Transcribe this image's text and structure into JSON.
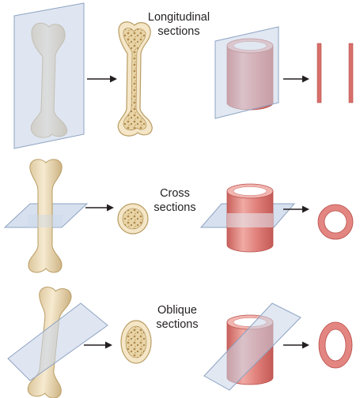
{
  "labels": {
    "longitudinal": {
      "line1": "Longitudinal",
      "line2": "sections"
    },
    "cross": {
      "line1": "Cross",
      "line2": "sections"
    },
    "oblique": {
      "line1": "Oblique",
      "line2": "sections"
    }
  },
  "colors": {
    "plane_fill": "#c9d6e8",
    "plane_stroke": "#8ea3c3",
    "bone_fill": "#efe1c2",
    "bone_shade": "#d8c296",
    "bone_stroke": "#b99c63",
    "marrow": "#c9a86a",
    "vessel_main": "#e07f7a",
    "vessel_light": "#f2b5b0",
    "vessel_dark": "#c95f5a",
    "vessel_stroke": "#b9524e",
    "arrow": "#231f20"
  }
}
